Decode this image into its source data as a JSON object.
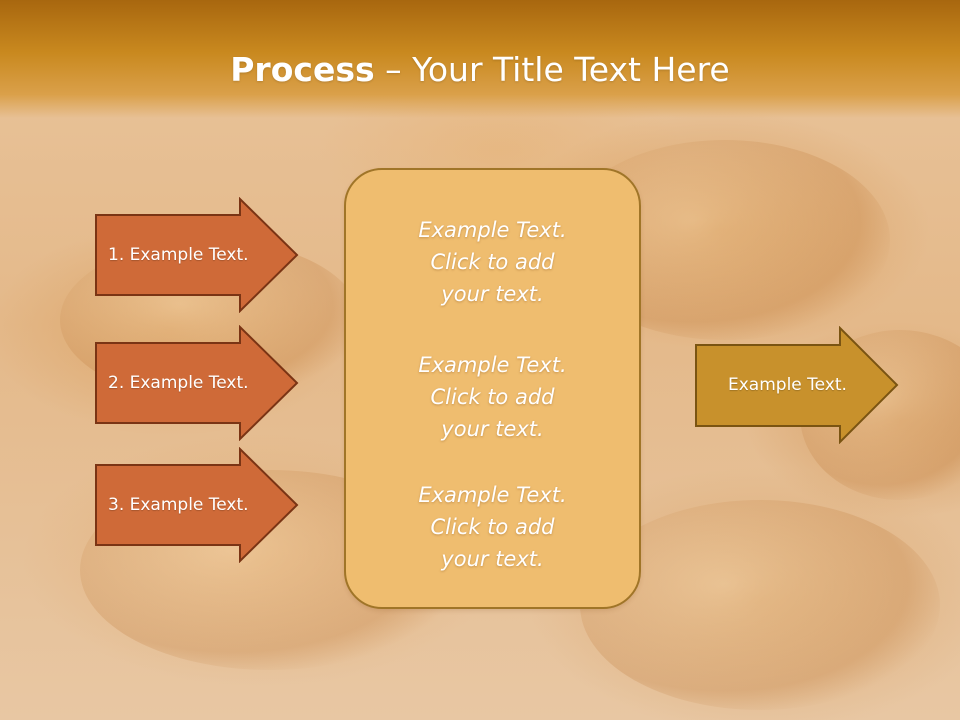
{
  "title": {
    "bold": "Process",
    "rest": " – Your Title Text Here"
  },
  "left_arrows": [
    {
      "label": "1. Example Text."
    },
    {
      "label": "2. Example Text."
    },
    {
      "label": "3. Example Text."
    }
  ],
  "center_items": [
    {
      "line1": "Example Text.",
      "line2": "Click  to add",
      "line3": "your text."
    },
    {
      "line1": "Example Text.",
      "line2": "Click  to add",
      "line3": "your text."
    },
    {
      "line1": "Example Text.",
      "line2": "Click  to add",
      "line3": "your text."
    }
  ],
  "right_arrow": {
    "label": "Example Text."
  },
  "colors": {
    "left_arrow_fill": "#cf6a38",
    "left_arrow_stroke": "#7a3414",
    "center_fill": "#efbd6f",
    "right_arrow_fill": "#c8912c",
    "right_arrow_stroke": "#7a5412",
    "title_band": "#c9891f"
  }
}
